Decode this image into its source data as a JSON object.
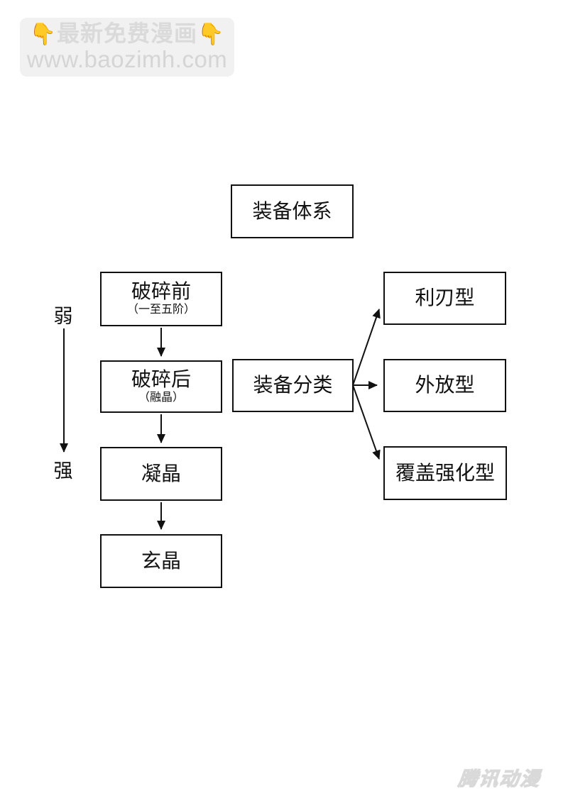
{
  "watermark_top": {
    "emoji_left": "👇",
    "title": "最新免费漫画",
    "emoji_right": "👇",
    "url": "www.baozimh.com",
    "bg_color": "#f1f1f1",
    "text_color": "#d5d5d5",
    "emoji_color": "#f7c12f"
  },
  "watermark_bottom": {
    "text": "腾讯动漫",
    "color": "#d9d9d9"
  },
  "diagram": {
    "title_box": {
      "label": "装备体系"
    },
    "axis": {
      "weak": "弱",
      "strong": "强"
    },
    "stages": [
      {
        "label": "破碎前",
        "sub": "（一至五阶）"
      },
      {
        "label": "破碎后",
        "sub": "（融晶）"
      },
      {
        "label": "凝晶",
        "sub": ""
      },
      {
        "label": "玄晶",
        "sub": ""
      }
    ],
    "classifier": {
      "label": "装备分类"
    },
    "types": [
      {
        "label": "利刃型"
      },
      {
        "label": "外放型"
      },
      {
        "label": "覆盖强化型"
      }
    ],
    "edges": [
      {
        "from": "破碎前",
        "to": "破碎后",
        "direction": "down"
      },
      {
        "from": "破碎后",
        "to": "凝晶",
        "direction": "down"
      },
      {
        "from": "凝晶",
        "to": "玄晶",
        "direction": "down"
      },
      {
        "from": "弱",
        "to": "强",
        "direction": "down"
      },
      {
        "from": "装备分类",
        "to": "利刃型",
        "direction": "up-right"
      },
      {
        "from": "装备分类",
        "to": "外放型",
        "direction": "right"
      },
      {
        "from": "装备分类",
        "to": "覆盖强化型",
        "direction": "down-right"
      }
    ],
    "line_color": "#111111"
  }
}
